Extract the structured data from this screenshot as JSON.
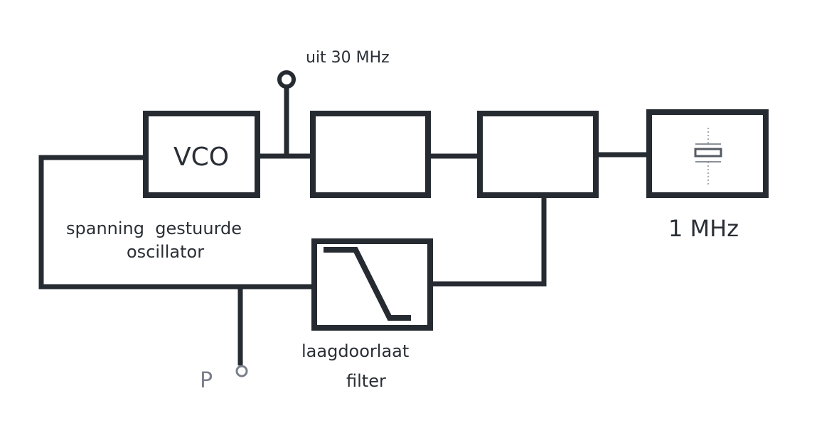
{
  "title": "PLL block diagram",
  "blocks": {
    "vco": {
      "label": "VCO",
      "description": "spanning  gestuurde",
      "description2": "oscillator"
    },
    "divider1": {
      "label": ""
    },
    "phase_detector": {
      "label": ""
    },
    "crystal": {
      "label": "1 MHz"
    },
    "filter": {
      "label": "laagdoorlaat",
      "label2": "filter"
    }
  },
  "terminals": {
    "output": {
      "label": "uit 30 MHz"
    },
    "p": {
      "label": "P"
    }
  },
  "colors": {
    "line": "#262b32",
    "text": "#2a2f36",
    "faint": "#8a9099"
  }
}
